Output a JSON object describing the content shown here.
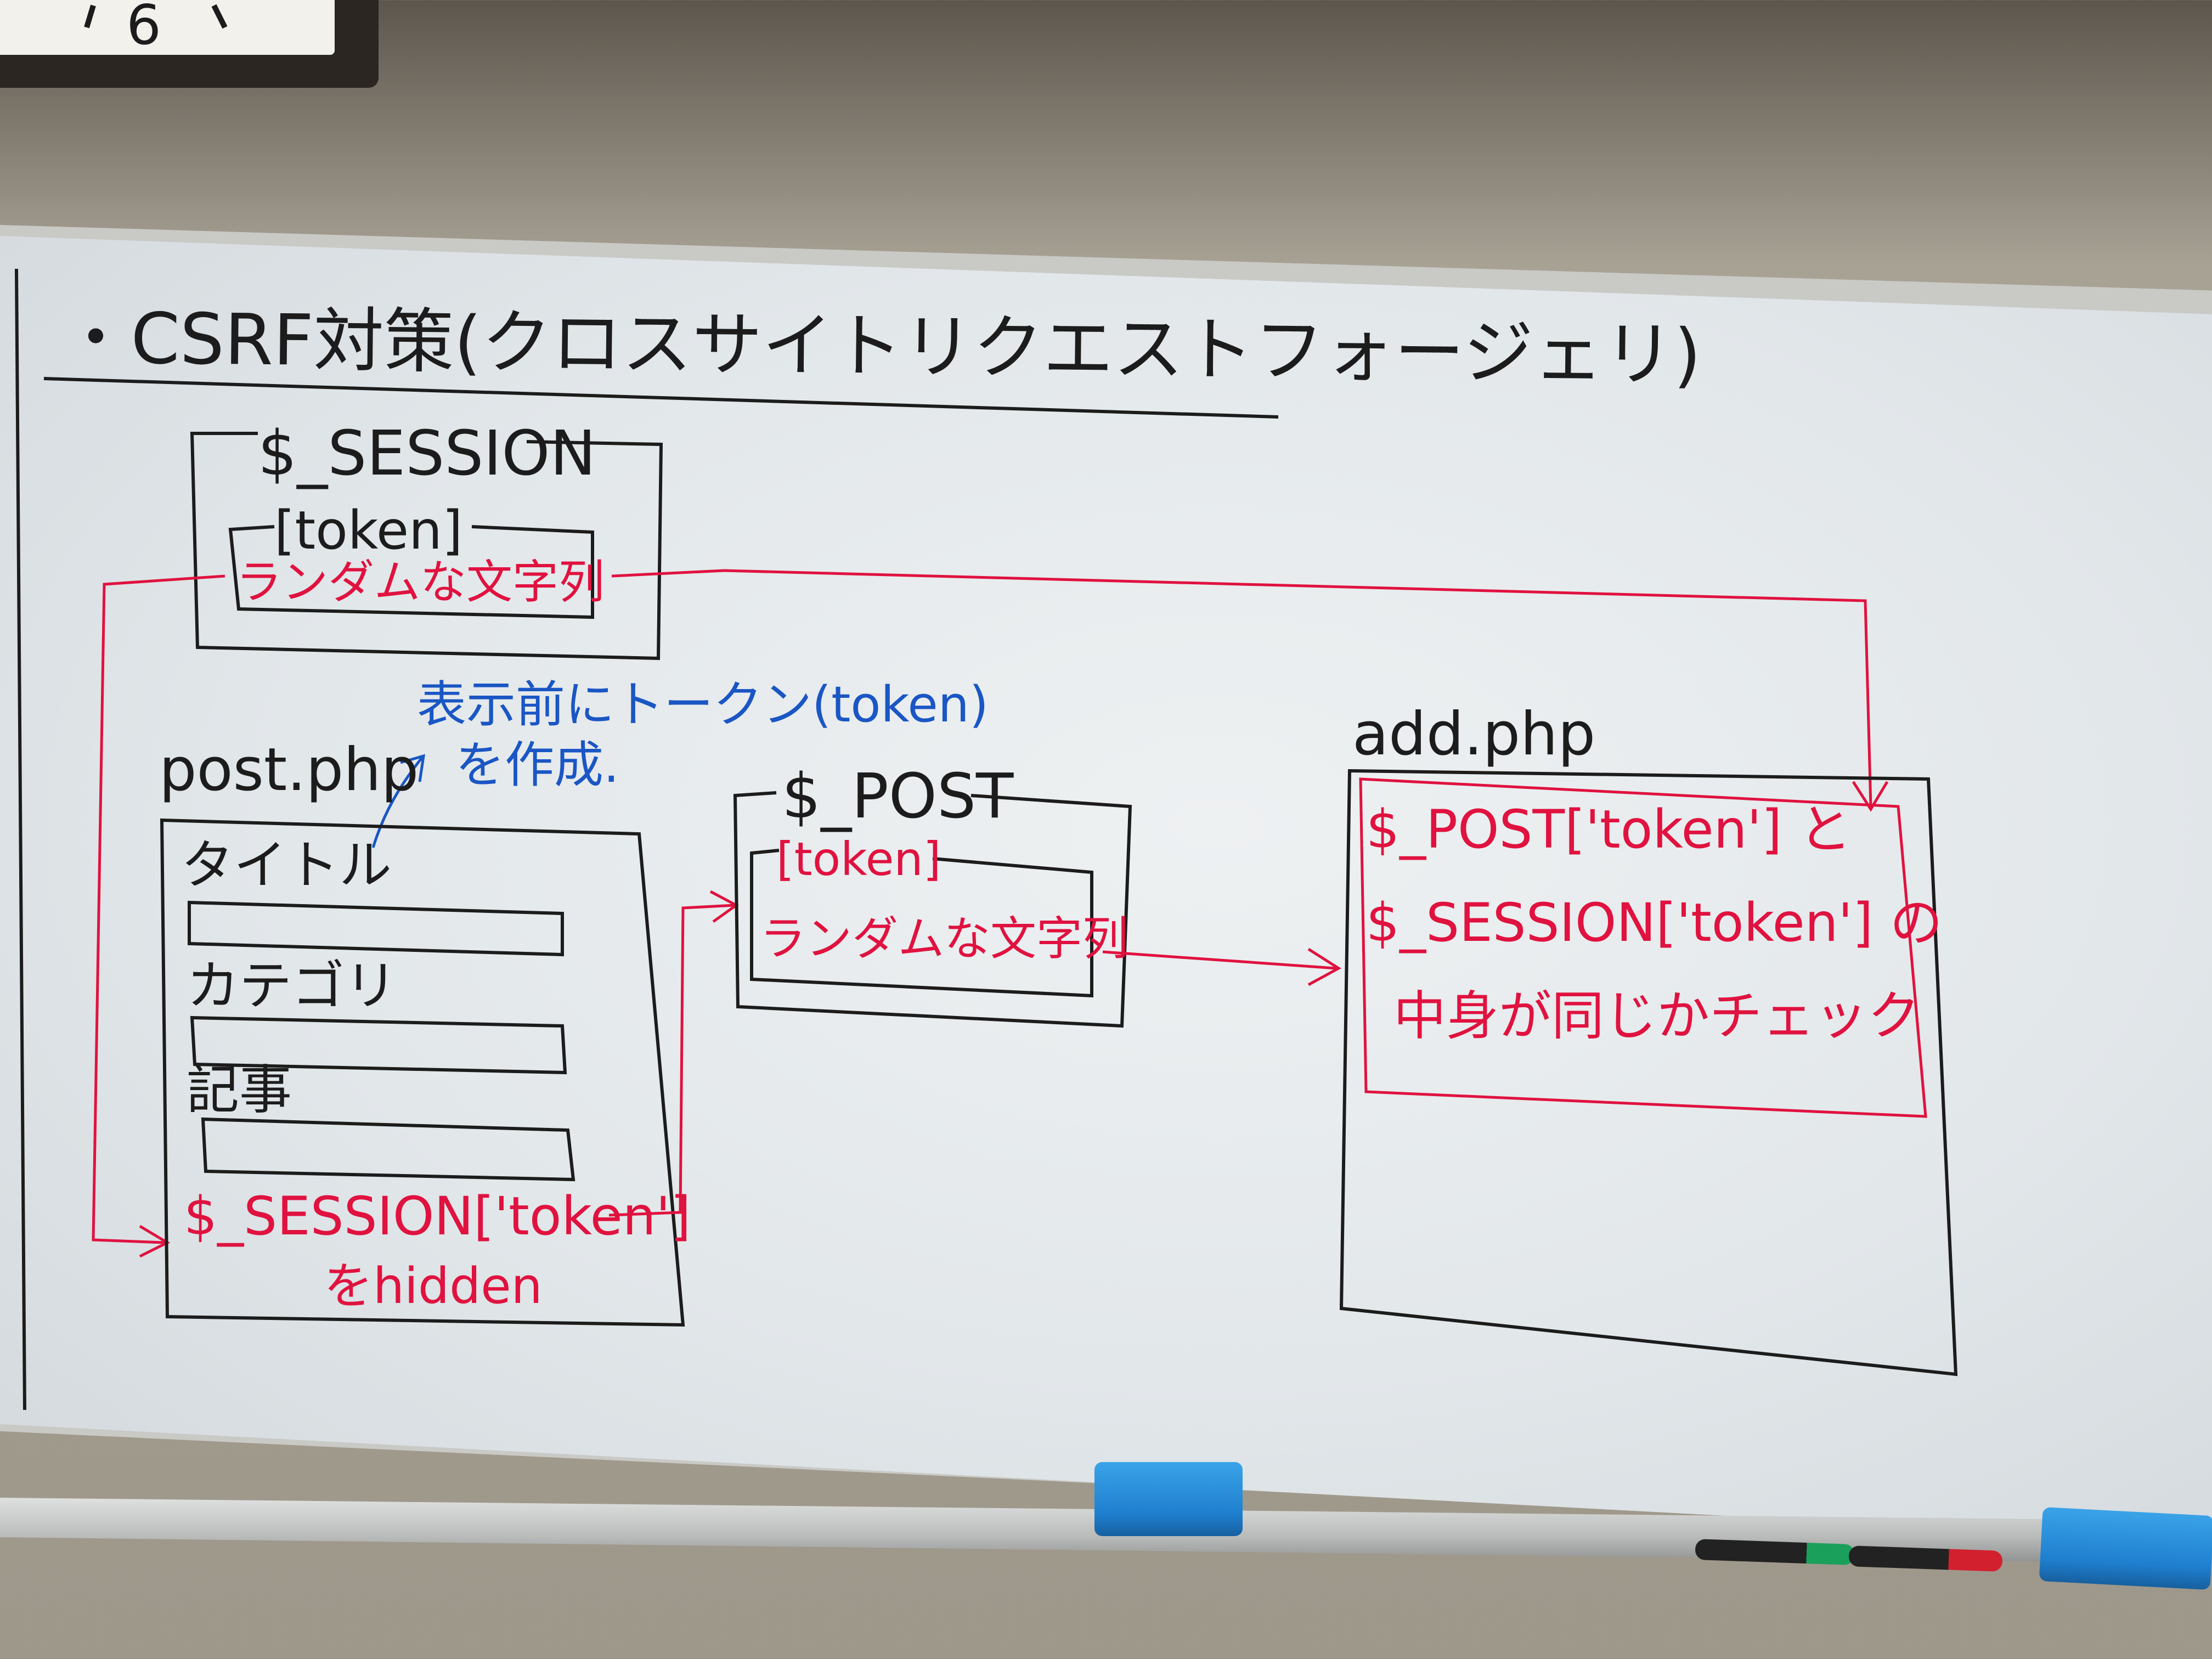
{
  "clock": {
    "numeral": "6"
  },
  "board": {
    "title": "・CSRF対策(クロスサイトリクエストフォージェリ)",
    "session_box": {
      "label": "$_SESSION",
      "key": "[token]",
      "value": "ランダムな文字列"
    },
    "note": {
      "line1": "表示前にトークン(token)",
      "line2": "を作成."
    },
    "post_php": {
      "filename": "post.php",
      "field1_label": "タイトル",
      "field2_label": "カテゴリ",
      "field3_label": "記事",
      "hidden_line1": "$_SESSION['token']",
      "hidden_line2": "をhidden"
    },
    "post_box": {
      "label": "$_POST",
      "key": "[token]",
      "value": "ランダムな文字列"
    },
    "add_php": {
      "filename": "add.php",
      "line1": "$_POST['token'] と",
      "line2": "$_SESSION['token'] の",
      "line3": "中身が同じかチェック"
    }
  },
  "colors": {
    "black_ink": "#1c1c1c",
    "red_ink": "#e0123f",
    "blue_ink": "#1a56c4",
    "eraser": "#1f7fcf"
  }
}
